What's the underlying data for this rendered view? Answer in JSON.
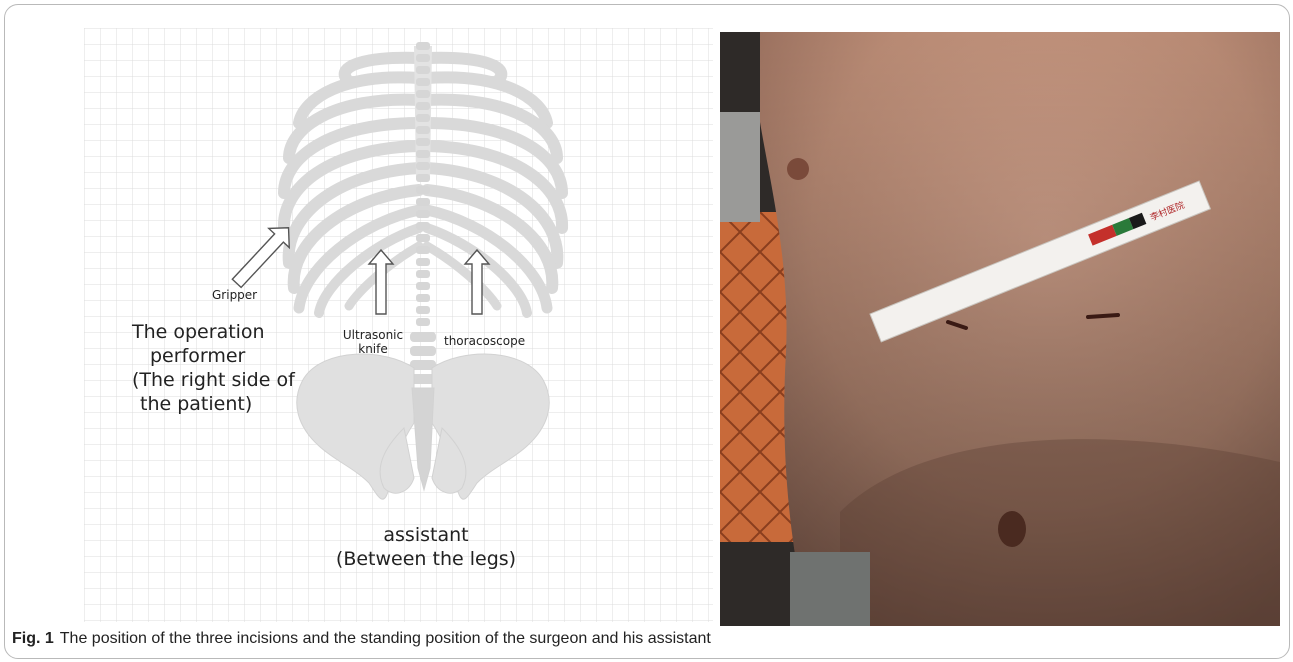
{
  "figure": {
    "diagram": {
      "labels": {
        "gripper": "Gripper",
        "ultrasonic_line1": "Ultrasonic",
        "ultrasonic_line2": "knife",
        "thoracoscope": "thoracoscope",
        "operator_line1": "The operation",
        "operator_line2": "performer",
        "operator_line3": "(The right side of",
        "operator_line4": "the patient)",
        "assistant_line1": "assistant",
        "assistant_line2": "(Between the legs)"
      }
    },
    "photo": {
      "ruler_text": "李村医院"
    },
    "caption": {
      "label": "Fig. 1",
      "text": "The position of the three incisions and the standing position of the surgeon and his assistant"
    }
  }
}
